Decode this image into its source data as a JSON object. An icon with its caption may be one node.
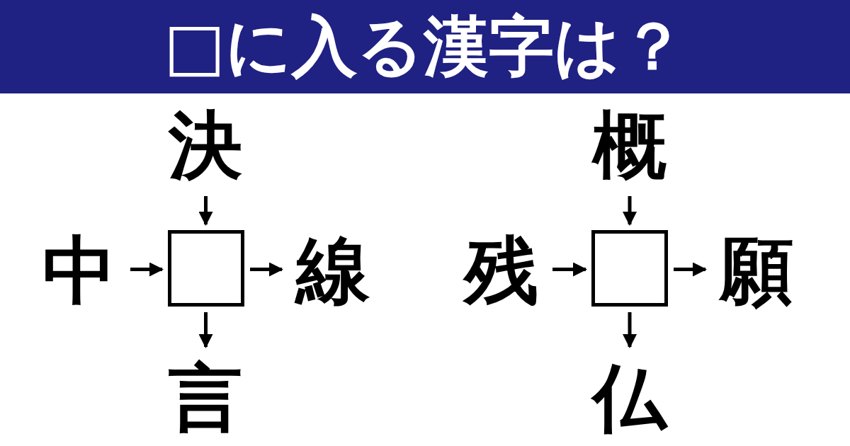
{
  "diagram": {
    "title": "□に入る漢字は？",
    "nodes": [
      {
        "text": [
          "決"
        ]
      },
      {
        "text": [
          "中"
        ]
      },
      {
        "text": [],
        "shape": "box"
      },
      {
        "text": [
          "線"
        ]
      },
      {
        "text": [
          "言"
        ]
      },
      {
        "text": [
          "概"
        ]
      },
      {
        "text": [
          "残"
        ]
      },
      {
        "text": [],
        "shape": "box"
      },
      {
        "text": [
          "願"
        ]
      },
      {
        "text": [
          "仏"
        ]
      }
    ],
    "edges": [
      {
        "from": 0,
        "to": 2,
        "arrow": "to"
      },
      {
        "from": 1,
        "to": 2,
        "arrow": "to"
      },
      {
        "from": 2,
        "to": 3,
        "arrow": "to"
      },
      {
        "from": 2,
        "to": 4,
        "arrow": "to"
      },
      {
        "from": 5,
        "to": 7,
        "arrow": "to"
      },
      {
        "from": 6,
        "to": 7,
        "arrow": "to"
      },
      {
        "from": 7,
        "to": 8,
        "arrow": "to"
      },
      {
        "from": 7,
        "to": 9,
        "arrow": "to"
      }
    ]
  }
}
